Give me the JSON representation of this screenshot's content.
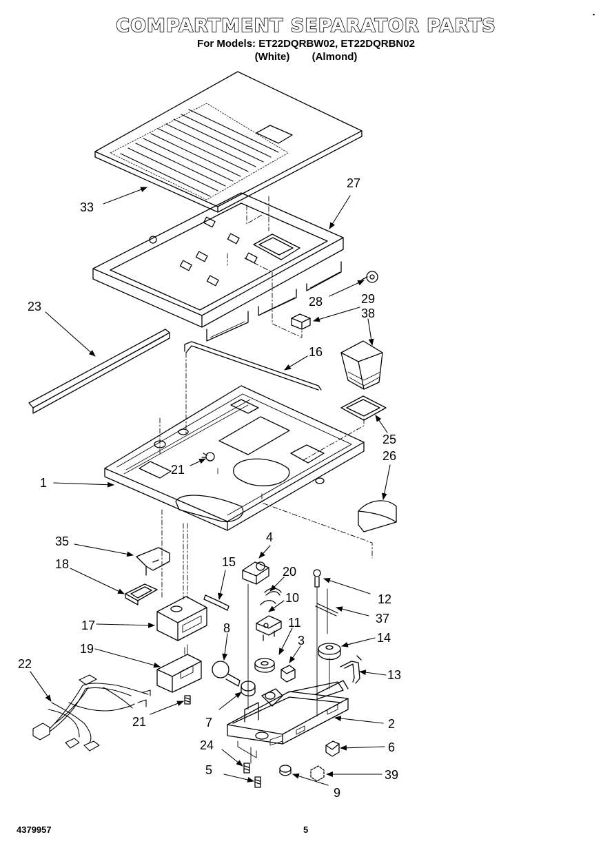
{
  "header": {
    "title": "COMPARTMENT SEPARATOR PARTS",
    "models_line": "For Models: ET22DQRBW02, ET22DQRBN02",
    "color_white": "(White)",
    "color_almond": "(Almond)"
  },
  "corner_mark": "▪",
  "footer": {
    "document_number": "4379957",
    "page_number": "5"
  },
  "callouts": [
    {
      "id": "33",
      "label": "33"
    },
    {
      "id": "27",
      "label": "27"
    },
    {
      "id": "23",
      "label": "23"
    },
    {
      "id": "28",
      "label": "28"
    },
    {
      "id": "29",
      "label": "29"
    },
    {
      "id": "38",
      "label": "38"
    },
    {
      "id": "16",
      "label": "16"
    },
    {
      "id": "25",
      "label": "25"
    },
    {
      "id": "26",
      "label": "26"
    },
    {
      "id": "21a",
      "label": "21"
    },
    {
      "id": "1",
      "label": "1"
    },
    {
      "id": "35",
      "label": "35"
    },
    {
      "id": "18",
      "label": "18"
    },
    {
      "id": "4",
      "label": "4"
    },
    {
      "id": "15",
      "label": "15"
    },
    {
      "id": "20",
      "label": "20"
    },
    {
      "id": "12",
      "label": "12"
    },
    {
      "id": "10",
      "label": "10"
    },
    {
      "id": "37",
      "label": "37"
    },
    {
      "id": "17",
      "label": "17"
    },
    {
      "id": "8",
      "label": "8"
    },
    {
      "id": "11",
      "label": "11"
    },
    {
      "id": "3",
      "label": "3"
    },
    {
      "id": "14",
      "label": "14"
    },
    {
      "id": "19",
      "label": "19"
    },
    {
      "id": "22",
      "label": "22"
    },
    {
      "id": "13",
      "label": "13"
    },
    {
      "id": "7",
      "label": "7"
    },
    {
      "id": "2",
      "label": "2"
    },
    {
      "id": "21b",
      "label": "21"
    },
    {
      "id": "24",
      "label": "24"
    },
    {
      "id": "6",
      "label": "6"
    },
    {
      "id": "5",
      "label": "5"
    },
    {
      "id": "39",
      "label": "39"
    },
    {
      "id": "9",
      "label": "9"
    }
  ]
}
